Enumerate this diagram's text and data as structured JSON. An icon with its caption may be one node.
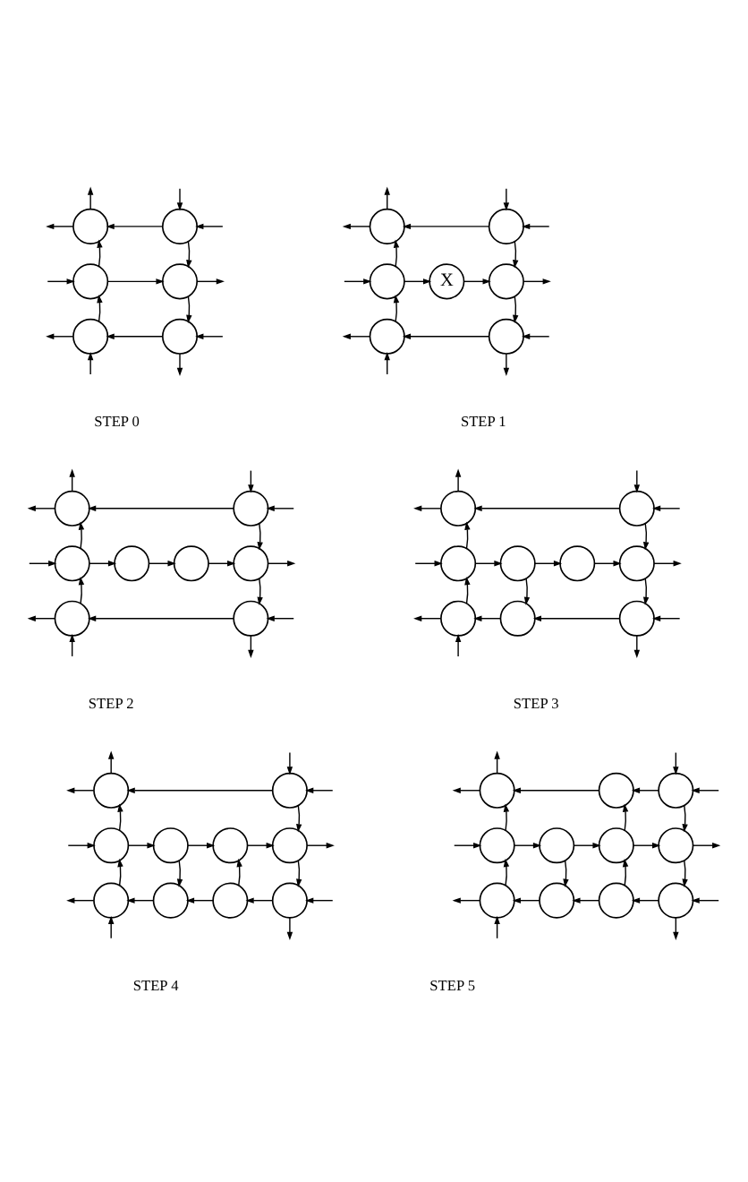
{
  "diagram": {
    "nodes": [
      {
        "text": [],
        "shape": "circle"
      },
      {
        "text": [],
        "shape": "circle"
      },
      {
        "text": [],
        "shape": "circle"
      },
      {
        "text": [],
        "shape": "circle"
      },
      {
        "text": [],
        "shape": "circle"
      },
      {
        "text": [],
        "shape": "circle"
      },
      {
        "text": [],
        "shape": "circle"
      },
      {
        "text": [],
        "shape": "circle"
      },
      {
        "text": [],
        "shape": "circle"
      },
      {
        "text": [
          "X"
        ]
      },
      {
        "text": [],
        "shape": "circle"
      },
      {
        "text": [],
        "shape": "circle"
      },
      {
        "text": [],
        "shape": "circle"
      },
      {
        "text": [],
        "shape": "circle"
      },
      {
        "text": [],
        "shape": "circle"
      },
      {
        "text": [],
        "shape": "circle"
      },
      {
        "text": [],
        "shape": "circle"
      },
      {
        "text": [],
        "shape": "circle"
      },
      {
        "text": [],
        "shape": "circle"
      },
      {
        "text": [],
        "shape": "circle"
      },
      {
        "text": [],
        "shape": "circle"
      },
      {
        "text": [],
        "shape": "circle"
      },
      {
        "text": [],
        "shape": "circle"
      },
      {
        "text": [],
        "shape": "circle"
      },
      {
        "text": [],
        "shape": "circle"
      },
      {
        "text": [],
        "shape": "circle"
      },
      {
        "text": [],
        "shape": "circle"
      },
      {
        "text": [],
        "shape": "circle"
      },
      {
        "text": [],
        "shape": "circle"
      },
      {
        "text": [],
        "shape": "circle"
      },
      {
        "text": [],
        "shape": "circle"
      },
      {
        "text": [],
        "shape": "circle"
      },
      {
        "text": [],
        "shape": "circle"
      },
      {
        "text": [],
        "shape": "circle"
      },
      {
        "text": [],
        "shape": "circle"
      },
      {
        "text": [],
        "shape": "circle"
      },
      {
        "text": [],
        "shape": "circle"
      },
      {
        "text": [],
        "shape": "circle"
      },
      {
        "text": [],
        "shape": "circle"
      },
      {
        "text": [],
        "shape": "circle"
      },
      {
        "text": [],
        "shape": "circle"
      },
      {
        "text": [],
        "shape": "circle"
      },
      {
        "text": [],
        "shape": "circle"
      },
      {
        "text": [],
        "shape": "circle"
      },
      {
        "text": [],
        "shape": "circle"
      },
      {
        "text": [],
        "shape": "circle"
      },
      {
        "text": [],
        "shape": "circle"
      },
      {
        "text": [],
        "shape": "circle"
      },
      {
        "text": [],
        "shape": "circle"
      },
      {
        "text": [],
        "shape": "circle"
      },
      {
        "text": [],
        "shape": "circle"
      }
    ],
    "edges": [
      {
        "from": 1,
        "to": 0,
        "arrow": "to"
      },
      {
        "from": 2,
        "to": 0,
        "arrow": "to"
      },
      {
        "from": 2,
        "to": 3,
        "arrow": "to"
      },
      {
        "from": 1,
        "to": 3,
        "arrow": "to"
      },
      {
        "from": 3,
        "to": 5,
        "arrow": "to"
      },
      {
        "from": 5,
        "to": 4,
        "arrow": "to"
      },
      {
        "from": 4,
        "to": 2,
        "arrow": "to"
      },
      {
        "from": 0,
        "to": null,
        "arrow": "to"
      },
      {
        "from": 0,
        "to": null,
        "arrow": "to"
      },
      {
        "from": null,
        "to": 1,
        "arrow": "to"
      },
      {
        "from": null,
        "to": 1,
        "arrow": "to"
      },
      {
        "from": null,
        "to": 2,
        "arrow": "to"
      },
      {
        "from": 3,
        "to": null,
        "arrow": "to"
      },
      {
        "from": 4,
        "to": null,
        "arrow": "to"
      },
      {
        "from": null,
        "to": 4,
        "arrow": "to"
      },
      {
        "from": null,
        "to": 5,
        "arrow": "to"
      },
      {
        "from": 5,
        "to": null,
        "arrow": "to"
      },
      {
        "from": 7,
        "to": 6,
        "arrow": "to"
      },
      {
        "from": 8,
        "to": 6,
        "arrow": "to"
      },
      {
        "from": 8,
        "to": 9,
        "arrow": "to"
      },
      {
        "from": 9,
        "to": 10,
        "arrow": "to"
      },
      {
        "from": 7,
        "to": 10,
        "arrow": "to"
      },
      {
        "from": 10,
        "to": 12,
        "arrow": "to"
      },
      {
        "from": 12,
        "to": 11,
        "arrow": "to"
      },
      {
        "from": 11,
        "to": 8,
        "arrow": "to"
      },
      {
        "from": 6,
        "to": null,
        "arrow": "to"
      },
      {
        "from": 6,
        "to": null,
        "arrow": "to"
      },
      {
        "from": null,
        "to": 7,
        "arrow": "to"
      },
      {
        "from": null,
        "to": 7,
        "arrow": "to"
      },
      {
        "from": null,
        "to": 8,
        "arrow": "to"
      },
      {
        "from": 10,
        "to": null,
        "arrow": "to"
      },
      {
        "from": 11,
        "to": null,
        "arrow": "to"
      },
      {
        "from": null,
        "to": 11,
        "arrow": "to"
      },
      {
        "from": null,
        "to": 12,
        "arrow": "to"
      },
      {
        "from": 12,
        "to": null,
        "arrow": "to"
      },
      {
        "from": 14,
        "to": 13,
        "arrow": "to"
      },
      {
        "from": 15,
        "to": 13,
        "arrow": "to"
      },
      {
        "from": 15,
        "to": 16,
        "arrow": "to"
      },
      {
        "from": 16,
        "to": 17,
        "arrow": "to"
      },
      {
        "from": 17,
        "to": 18,
        "arrow": "to"
      },
      {
        "from": 14,
        "to": 18,
        "arrow": "to"
      },
      {
        "from": 18,
        "to": 20,
        "arrow": "to"
      },
      {
        "from": 20,
        "to": 19,
        "arrow": "to"
      },
      {
        "from": 19,
        "to": 15,
        "arrow": "to"
      },
      {
        "from": 13,
        "to": null,
        "arrow": "to"
      },
      {
        "from": 13,
        "to": null,
        "arrow": "to"
      },
      {
        "from": null,
        "to": 14,
        "arrow": "to"
      },
      {
        "from": null,
        "to": 14,
        "arrow": "to"
      },
      {
        "from": null,
        "to": 15,
        "arrow": "to"
      },
      {
        "from": 18,
        "to": null,
        "arrow": "to"
      },
      {
        "from": 19,
        "to": null,
        "arrow": "to"
      },
      {
        "from": null,
        "to": 19,
        "arrow": "to"
      },
      {
        "from": null,
        "to": 20,
        "arrow": "to"
      },
      {
        "from": 20,
        "to": null,
        "arrow": "to"
      },
      {
        "from": 22,
        "to": 21,
        "arrow": "to"
      },
      {
        "from": 23,
        "to": 21,
        "arrow": "to"
      },
      {
        "from": 23,
        "to": 24,
        "arrow": "to"
      },
      {
        "from": 24,
        "to": 25,
        "arrow": "to"
      },
      {
        "from": 25,
        "to": 26,
        "arrow": "to"
      },
      {
        "from": 22,
        "to": 26,
        "arrow": "to"
      },
      {
        "from": 26,
        "to": 29,
        "arrow": "to"
      },
      {
        "from": 24,
        "to": 28,
        "arrow": "to"
      },
      {
        "from": 29,
        "to": 28,
        "arrow": "to"
      },
      {
        "from": 28,
        "to": 27,
        "arrow": "to"
      },
      {
        "from": 27,
        "to": 23,
        "arrow": "to"
      },
      {
        "from": 21,
        "to": null,
        "arrow": "to"
      },
      {
        "from": 21,
        "to": null,
        "arrow": "to"
      },
      {
        "from": null,
        "to": 22,
        "arrow": "to"
      },
      {
        "from": null,
        "to": 22,
        "arrow": "to"
      },
      {
        "from": null,
        "to": 23,
        "arrow": "to"
      },
      {
        "from": 26,
        "to": null,
        "arrow": "to"
      },
      {
        "from": 27,
        "to": null,
        "arrow": "to"
      },
      {
        "from": null,
        "to": 27,
        "arrow": "to"
      },
      {
        "from": null,
        "to": 29,
        "arrow": "to"
      },
      {
        "from": 29,
        "to": null,
        "arrow": "to"
      },
      {
        "from": 31,
        "to": 30,
        "arrow": "to"
      },
      {
        "from": 32,
        "to": 30,
        "arrow": "to"
      },
      {
        "from": 32,
        "to": 33,
        "arrow": "to"
      },
      {
        "from": 33,
        "to": 34,
        "arrow": "to"
      },
      {
        "from": 34,
        "to": 35,
        "arrow": "to"
      },
      {
        "from": 31,
        "to": 35,
        "arrow": "to"
      },
      {
        "from": 35,
        "to": 39,
        "arrow": "to"
      },
      {
        "from": 33,
        "to": 37,
        "arrow": "to"
      },
      {
        "from": 38,
        "to": 34,
        "arrow": "to"
      },
      {
        "from": 39,
        "to": 38,
        "arrow": "to"
      },
      {
        "from": 38,
        "to": 37,
        "arrow": "to"
      },
      {
        "from": 37,
        "to": 36,
        "arrow": "to"
      },
      {
        "from": 36,
        "to": 32,
        "arrow": "to"
      },
      {
        "from": 30,
        "to": null,
        "arrow": "to"
      },
      {
        "from": 30,
        "to": null,
        "arrow": "to"
      },
      {
        "from": null,
        "to": 31,
        "arrow": "to"
      },
      {
        "from": null,
        "to": 31,
        "arrow": "to"
      },
      {
        "from": null,
        "to": 32,
        "arrow": "to"
      },
      {
        "from": 35,
        "to": null,
        "arrow": "to"
      },
      {
        "from": 36,
        "to": null,
        "arrow": "to"
      },
      {
        "from": null,
        "to": 36,
        "arrow": "to"
      },
      {
        "from": null,
        "to": 39,
        "arrow": "to"
      },
      {
        "from": 39,
        "to": null,
        "arrow": "to"
      },
      {
        "from": 42,
        "to": 41,
        "arrow": "to"
      },
      {
        "from": 41,
        "to": 40,
        "arrow": "to"
      },
      {
        "from": 45,
        "to": 41,
        "arrow": "to"
      },
      {
        "from": 43,
        "to": 40,
        "arrow": "to"
      },
      {
        "from": 42,
        "to": 46,
        "arrow": "to"
      },
      {
        "from": 46,
        "to": 50,
        "arrow": "to"
      },
      {
        "from": 43,
        "to": 44,
        "arrow": "to"
      },
      {
        "from": 44,
        "to": 45,
        "arrow": "to"
      },
      {
        "from": 45,
        "to": 46,
        "arrow": "to"
      },
      {
        "from": 44,
        "to": 48,
        "arrow": "to"
      },
      {
        "from": 49,
        "to": 45,
        "arrow": "to"
      },
      {
        "from": 50,
        "to": 49,
        "arrow": "to"
      },
      {
        "from": 49,
        "to": 48,
        "arrow": "to"
      },
      {
        "from": 48,
        "to": 47,
        "arrow": "to"
      },
      {
        "from": 47,
        "to": 43,
        "arrow": "to"
      },
      {
        "from": 40,
        "to": null,
        "arrow": "to"
      },
      {
        "from": 40,
        "to": null,
        "arrow": "to"
      },
      {
        "from": null,
        "to": 42,
        "arrow": "to"
      },
      {
        "from": null,
        "to": 42,
        "arrow": "to"
      },
      {
        "from": null,
        "to": 43,
        "arrow": "to"
      },
      {
        "from": 46,
        "to": null,
        "arrow": "to"
      },
      {
        "from": 47,
        "to": null,
        "arrow": "to"
      },
      {
        "from": null,
        "to": 47,
        "arrow": "to"
      },
      {
        "from": null,
        "to": 50,
        "arrow": "to"
      },
      {
        "from": 50,
        "to": null,
        "arrow": "to"
      }
    ],
    "labels": [
      "STEP 0",
      "STEP 1",
      "STEP 2",
      "STEP 3",
      "STEP 4",
      "STEP 5"
    ]
  }
}
